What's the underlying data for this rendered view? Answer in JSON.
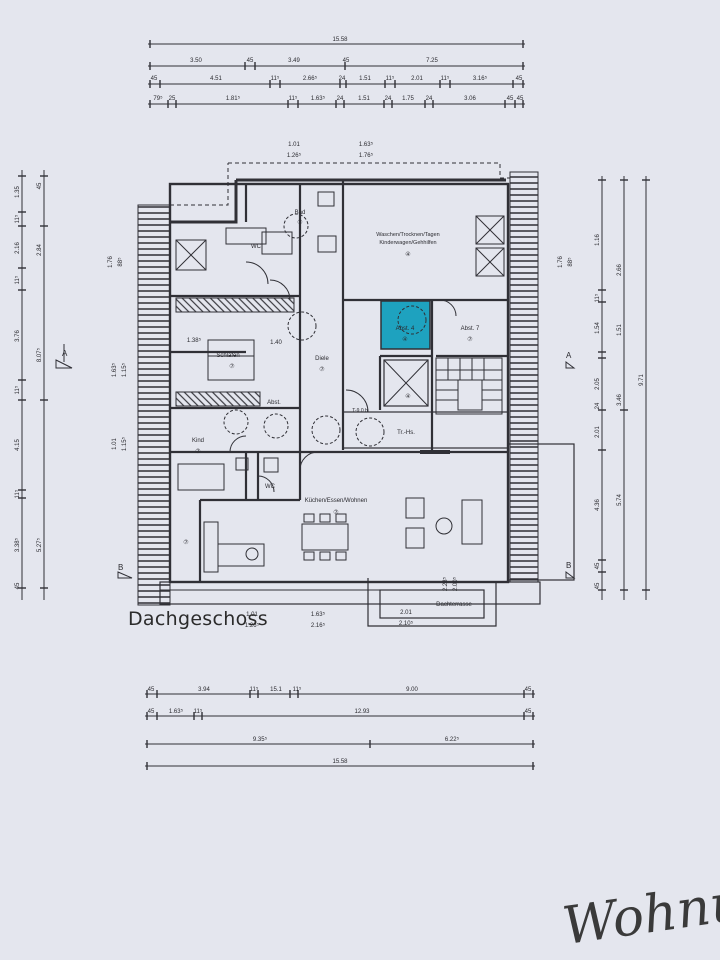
{
  "plan_title": "Dachgeschoss",
  "handwritten_note": "Wohnung",
  "colors": {
    "highlight": "#1ea2bf",
    "line": "#303036",
    "paper": "#e4e6ee"
  },
  "dims_top": {
    "row1": [
      "15.58"
    ],
    "row2": [
      "3.50",
      "45",
      "3.49",
      "45",
      "7.25"
    ],
    "row3": [
      "45",
      "4.51",
      "11⁵",
      "2.66⁵",
      "24",
      "1.51",
      "11⁵",
      "2.01",
      "11⁵",
      "3.16⁵",
      "45"
    ],
    "row4": [
      "79⁵",
      "25",
      "1.81⁵",
      "11⁵",
      "1.63⁵",
      "24",
      "1.51",
      "24",
      "1.75",
      "24",
      "3.06",
      "45",
      "45"
    ]
  },
  "dims_bottom": {
    "row1": [
      "45",
      "3.94",
      "11⁵",
      "15.1",
      "11⁵",
      "9.00",
      "45"
    ],
    "row2": [
      "45",
      "1.63⁵",
      "11⁵",
      "12.93",
      "45"
    ],
    "row3": [
      "9.35⁵",
      "6.22⁵"
    ],
    "row4": [
      "15.58"
    ]
  },
  "dims_left": {
    "outer": [
      "45",
      "3.38⁵",
      "11⁵",
      "4.15",
      "11⁵",
      "3.76",
      "11⁵",
      "2.16",
      "11⁵",
      "1.35"
    ],
    "inner": [
      "5.27⁵",
      "8.07⁵",
      "2.84",
      "45"
    ]
  },
  "dims_right": {
    "outer": [
      "45",
      "4.36",
      "45",
      "2.01",
      "24",
      "2.05",
      "11⁵",
      "1.54",
      "1.16"
    ],
    "mid": [
      "5.74",
      "3.46",
      "1.51",
      "2.66"
    ],
    "inner": [
      "9.71"
    ]
  },
  "wall_openings": {
    "top_left": [
      "1.01",
      "1.26⁵"
    ],
    "top_right": [
      "1.63⁵",
      "1.76⁵"
    ],
    "left_upper": [
      "1.63⁵",
      "1.15⁵"
    ],
    "left_mid": [
      "1.01",
      "1.15⁵"
    ],
    "left_top": [
      "1.76",
      "88⁵"
    ],
    "right_top": [
      "1.76",
      "88⁵"
    ],
    "bottom_left": [
      "1.01",
      "1.26⁵"
    ],
    "bottom_mid": [
      "1.63⁵",
      "2.16⁵"
    ],
    "bottom_right": [
      "2.01",
      "2.10⁵"
    ],
    "balcony": [
      "2.28⁵",
      "2.00⁵"
    ]
  },
  "rooms": {
    "bad": {
      "name": "Bad",
      "number": "⑦"
    },
    "waschen": {
      "name": "Waschen/Trocknen/Tagen",
      "name2": "Kinderwagen/Gehhilfen",
      "number": "④"
    },
    "wc_top": {
      "name": "WC",
      "number": ""
    },
    "schlafen": {
      "name": "Schlafen",
      "number": "⑦",
      "dim": "1.38⁵",
      "dim2": "1.40"
    },
    "diele": {
      "name": "Diele",
      "number": "⑦"
    },
    "abst_blue": {
      "name": "Abst. 4",
      "number": "④"
    },
    "abst_right": {
      "name": "Abst. 7",
      "number": "⑦"
    },
    "abst_small": {
      "name": "Abst.",
      "number": ""
    },
    "treppe": {
      "name": "Tr.-Hs.",
      "number": ""
    },
    "kind": {
      "name": "Kind",
      "number": "⑦"
    },
    "wc": {
      "name": "WC",
      "number": ""
    },
    "kueche": {
      "name": "Küchen/Essen/Wohnen",
      "number": "⑦"
    },
    "room_sw": {
      "name": "",
      "number": "⑦"
    },
    "elevator": {
      "name": "",
      "number": "④"
    },
    "terrasse": {
      "name": "Dachterrasse",
      "number": ""
    }
  },
  "section_marks": {
    "a": "A",
    "b": "B",
    "door_label": "T-9.0 b"
  }
}
